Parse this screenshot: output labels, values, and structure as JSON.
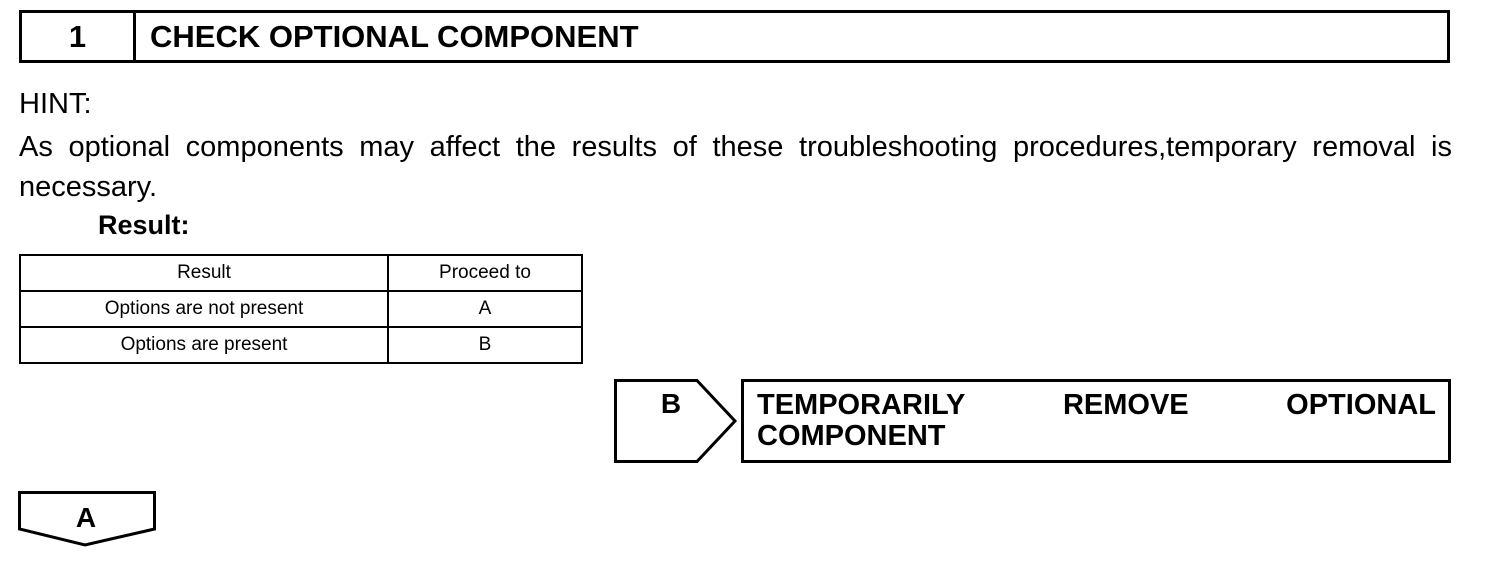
{
  "step": {
    "number": "1",
    "title": "CHECK OPTIONAL COMPONENT"
  },
  "hint": {
    "label": "HINT:",
    "text": "As optional components may affect the results of these troubleshooting procedures,temporary removal is necessary."
  },
  "result_label": "Result:",
  "table": {
    "headers": [
      "Result",
      "Proceed to"
    ],
    "rows": [
      [
        "Options are not present",
        "A"
      ],
      [
        "Options are present",
        "B"
      ]
    ]
  },
  "branch_b": {
    "letter": "B",
    "action_words": [
      "TEMPORARILY",
      "REMOVE",
      "OPTIONAL"
    ],
    "action_last": "COMPONENT"
  },
  "branch_a": {
    "letter": "A"
  }
}
